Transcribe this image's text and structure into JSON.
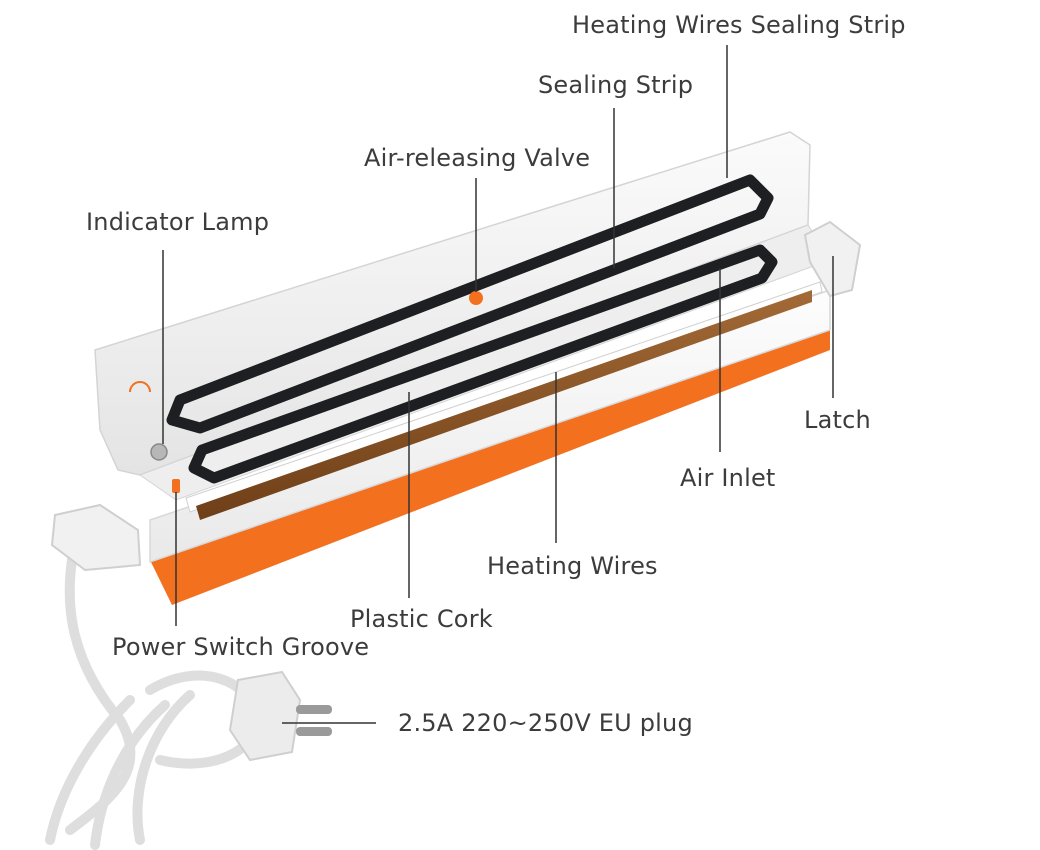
{
  "labels": {
    "heating_wires_sealing_strip": "Heating Wires Sealing Strip",
    "sealing_strip": "Sealing Strip",
    "air_releasing_valve": "Air-releasing Valve",
    "indicator_lamp": "Indicator Lamp",
    "latch": "Latch",
    "air_inlet": "Air Inlet",
    "heating_wires": "Heating Wires",
    "plastic_cork": "Plastic Cork",
    "power_switch_groove": "Power Switch Groove",
    "plug": "2.5A 220~250V EU plug"
  },
  "colors": {
    "body_white": "#f4f4f4",
    "accent_orange": "#f3701f",
    "gasket_black": "#1e1f22",
    "heating_strip_brown": "#8a5427",
    "leader_line": "#333333",
    "cord_gray": "#e6e6e6"
  }
}
